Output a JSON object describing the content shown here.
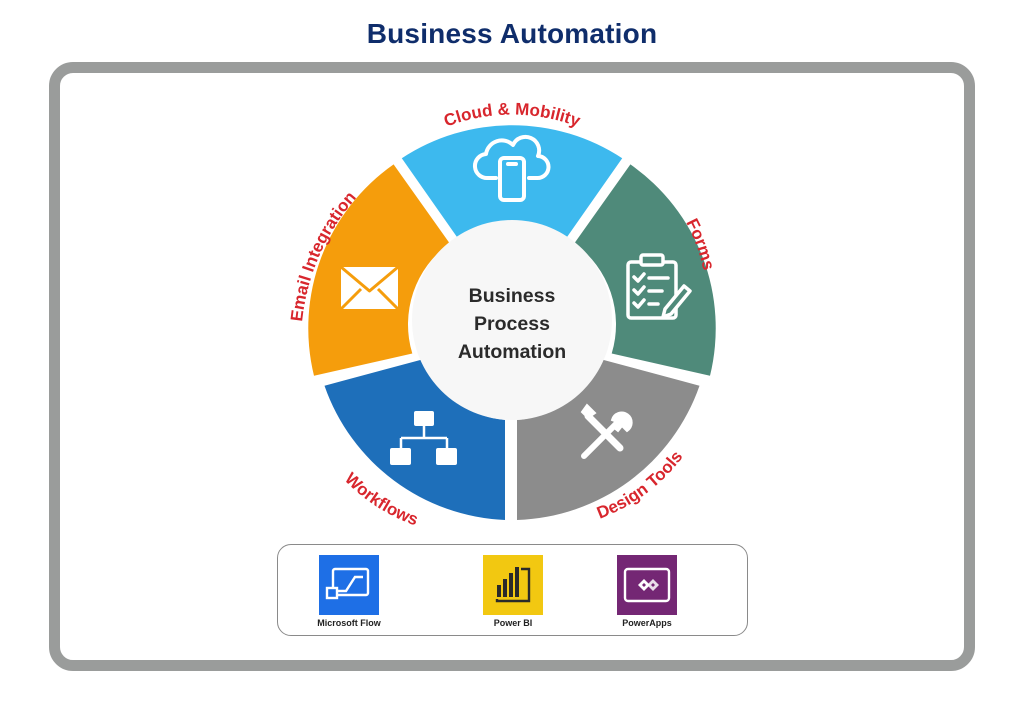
{
  "title": "Business Automation",
  "hub": {
    "lines": [
      "Business",
      "Process",
      "Automation"
    ]
  },
  "segments": [
    {
      "label": "Cloud & Mobility",
      "color": "#3db9ee",
      "icon": "cloud-mobile-icon"
    },
    {
      "label": "Forms",
      "color": "#4f8a7a",
      "icon": "clipboard-checklist-icon"
    },
    {
      "label": "Design Tools",
      "color": "#8c8c8c",
      "icon": "wrench-screwdriver-icon"
    },
    {
      "label": "Workflows",
      "color": "#1e6fba",
      "icon": "org-chart-icon"
    },
    {
      "label": "Email Integration",
      "color": "#f59d0c",
      "icon": "envelope-icon"
    }
  ],
  "label_color": "#d8262d",
  "tools": [
    {
      "label": "Microsoft Flow",
      "color": "#1e6fe6",
      "icon": "microsoft-flow-icon"
    },
    {
      "label": "Power BI",
      "color": "#f2c811",
      "icon": "power-bi-icon"
    },
    {
      "label": "PowerApps",
      "color": "#742774",
      "icon": "powerapps-icon"
    }
  ]
}
